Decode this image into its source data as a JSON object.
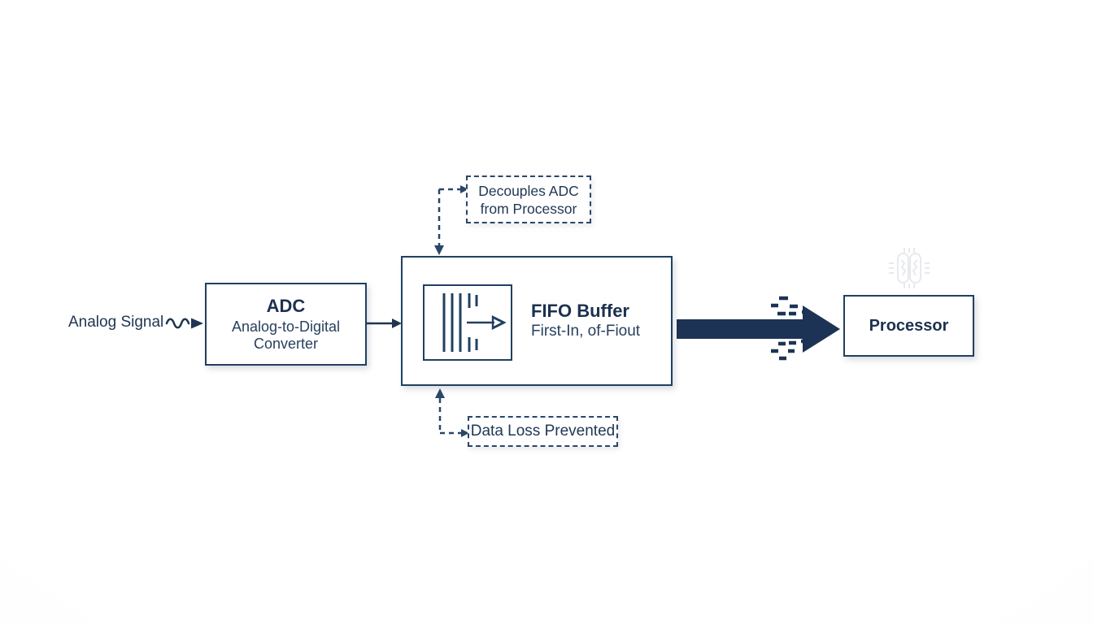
{
  "diagram": {
    "title_meaning": "ADC to Processor data path through a FIFO buffer",
    "analog_signal": {
      "label": "Analog Signal",
      "icon": "sine-wave-arrow-icon"
    },
    "adc": {
      "title": "ADC",
      "subtitle": "Analog-to-Digital Converter"
    },
    "fifo": {
      "title": "FIFO Buffer",
      "subtitle": "First-In, of-Fiout",
      "icon": "fifo-queue-arrow-icon"
    },
    "processor": {
      "title": "Processor",
      "watermark_icon": "brain-chip-icon"
    },
    "callouts": {
      "top": {
        "text": "Decouples ADC from Processor"
      },
      "bottom": {
        "text": "Data Loss Prevented"
      }
    },
    "connectors": {
      "analog_to_adc": "wavy-signal-arrow",
      "adc_to_fifo": "thin-solid-arrow",
      "fifo_to_processor": "thick-solid-arrow-with-data-bit-dashes",
      "fifo_to_top_callout": "dashed-elbow-double-arrow",
      "fifo_to_bottom_callout": "dashed-elbow-double-arrow"
    },
    "colors": {
      "navy_border": "#204060",
      "navy_text": "#1f3552",
      "thick_arrow": "#1c3355",
      "faint_icon": "#e7e9ee",
      "background": "#fdfdfe"
    }
  }
}
